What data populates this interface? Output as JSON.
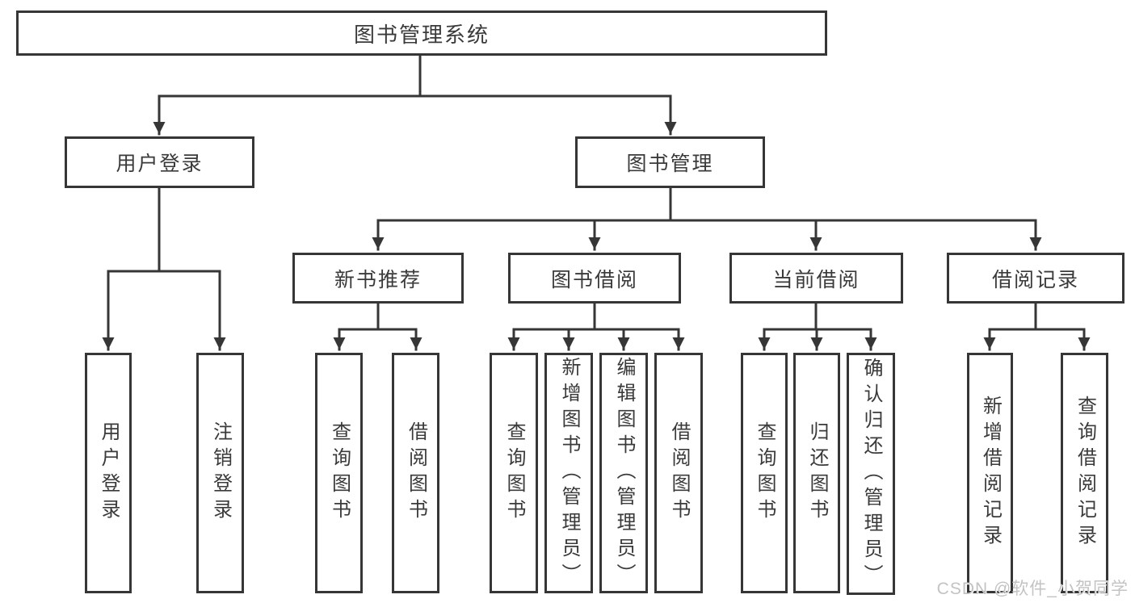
{
  "diagram_title": "图书管理系统",
  "tree": {
    "label": "图书管理系统",
    "children": [
      {
        "label": "用户登录",
        "children": [
          {
            "label": "用户登录"
          },
          {
            "label": "注销登录"
          }
        ]
      },
      {
        "label": "图书管理",
        "children": [
          {
            "label": "新书推荐",
            "children": [
              {
                "label": "查询图书"
              },
              {
                "label": "借阅图书"
              }
            ]
          },
          {
            "label": "图书借阅",
            "children": [
              {
                "label": "查询图书"
              },
              {
                "label": "新增图书（管理员）"
              },
              {
                "label": "编辑图书（管理员）"
              },
              {
                "label": "借阅图书"
              }
            ]
          },
          {
            "label": "当前借阅",
            "children": [
              {
                "label": "查询图书"
              },
              {
                "label": "归还图书"
              },
              {
                "label": "确认归还（管理员）"
              }
            ]
          },
          {
            "label": "借阅记录",
            "children": [
              {
                "label": "新增借阅记录"
              },
              {
                "label": "查询借阅记录"
              }
            ]
          }
        ]
      }
    ]
  },
  "watermark": "CSDN @软件_小贺同学",
  "colors": {
    "line": "#363636",
    "box_border": "#363636",
    "box_fill": "#ffffff",
    "text": "#3a3a3a",
    "watermark": "#c3c3c3",
    "background": "#ffffff"
  }
}
